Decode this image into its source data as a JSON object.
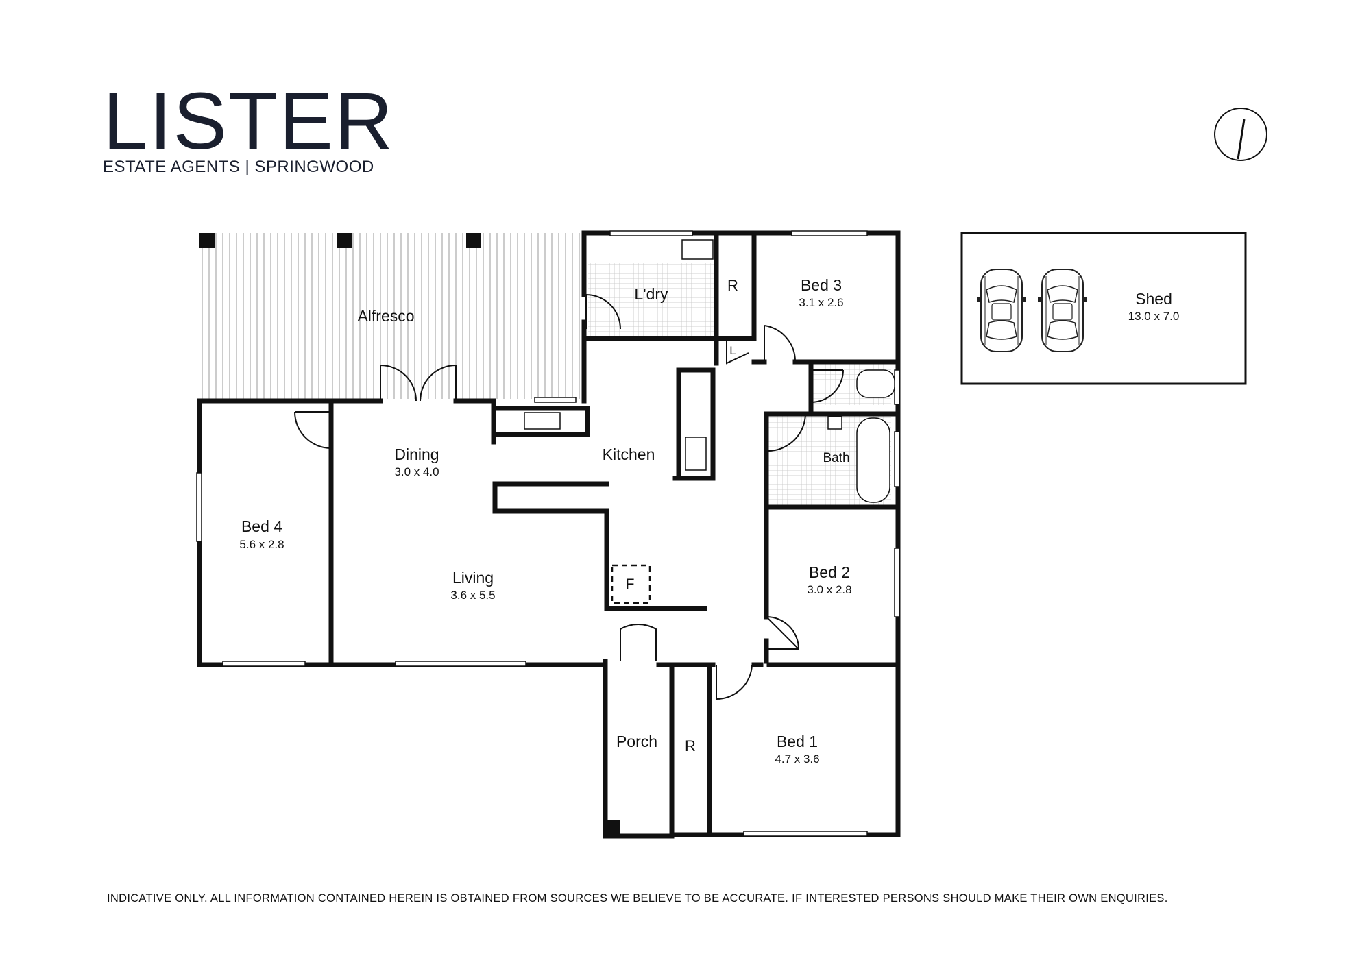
{
  "brand": {
    "name": "LISTER",
    "tagline": "ESTATE AGENTS | SPRINGWOOD"
  },
  "rooms": {
    "alfresco": {
      "name": "Alfresco"
    },
    "laundry": {
      "name": "L'dry"
    },
    "robe_top": {
      "name": "R"
    },
    "linen": {
      "name": "L"
    },
    "bed3": {
      "name": "Bed 3",
      "size": "3.1 x 2.6"
    },
    "bath": {
      "name": "Bath"
    },
    "dining": {
      "name": "Dining",
      "size": "3.0 x 4.0"
    },
    "kitchen": {
      "name": "Kitchen"
    },
    "bed4": {
      "name": "Bed 4",
      "size": "5.6 x 2.8"
    },
    "living": {
      "name": "Living",
      "size": "3.6 x 5.5"
    },
    "fireplace": {
      "name": "F"
    },
    "bed2": {
      "name": "Bed 2",
      "size": "3.0 x 2.8"
    },
    "porch": {
      "name": "Porch"
    },
    "robe_bottom": {
      "name": "R"
    },
    "bed1": {
      "name": "Bed 1",
      "size": "4.7 x 3.6"
    },
    "shed": {
      "name": "Shed",
      "size": "13.0 x 7.0"
    }
  },
  "icons": {
    "compass": "north-arrow-icon",
    "car": "car-icon"
  },
  "colors": {
    "wall": "#111111",
    "brand": "#1a1f2e"
  },
  "disclaimer": "INDICATIVE ONLY. ALL INFORMATION CONTAINED HEREIN IS OBTAINED FROM SOURCES WE BELIEVE TO BE ACCURATE. IF INTERESTED PERSONS SHOULD MAKE THEIR OWN ENQUIRIES."
}
